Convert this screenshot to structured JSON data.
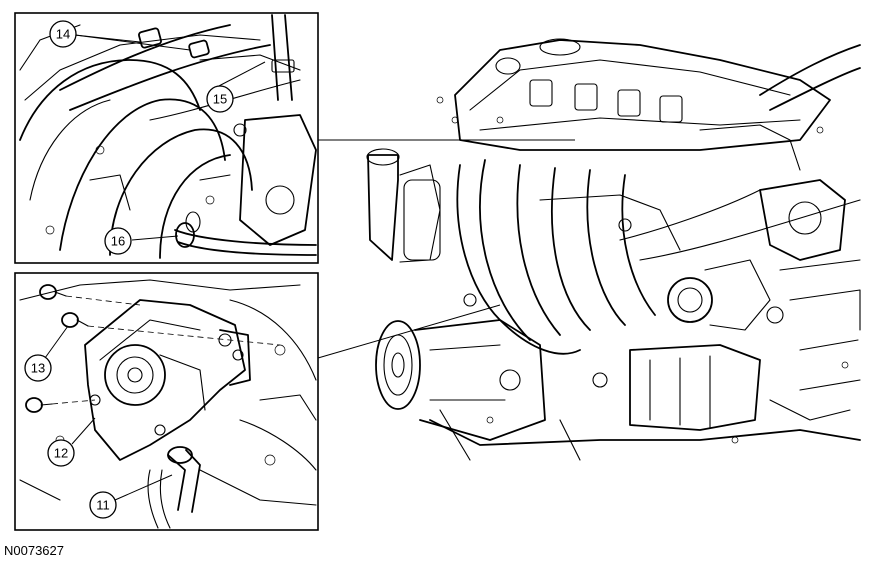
{
  "figure": {
    "id_label": "N0073627"
  },
  "callouts": [
    {
      "key": "c14",
      "text": "14"
    },
    {
      "key": "c15",
      "text": "15"
    },
    {
      "key": "c16",
      "text": "16"
    },
    {
      "key": "c13",
      "text": "13"
    },
    {
      "key": "c12",
      "text": "12"
    },
    {
      "key": "c11",
      "text": "11"
    }
  ],
  "colors": {
    "line": "#000000",
    "background": "#ffffff"
  }
}
